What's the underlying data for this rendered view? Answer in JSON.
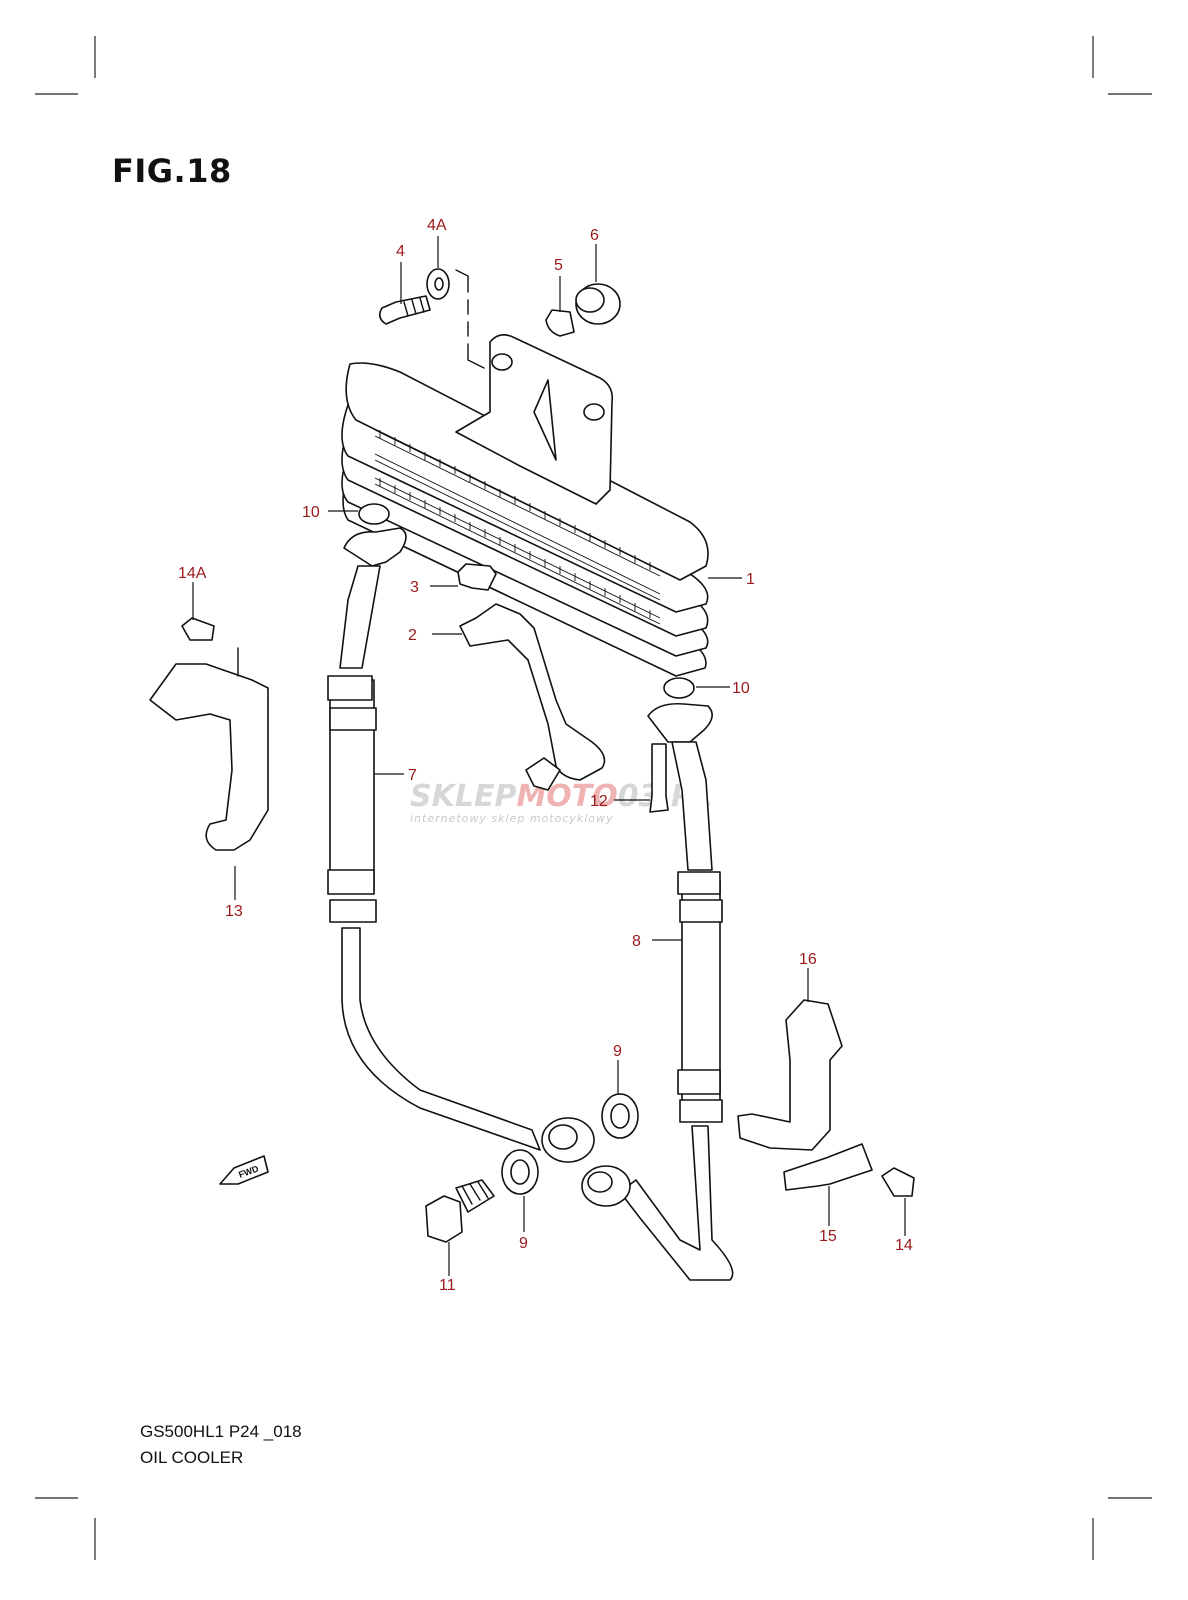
{
  "figure": {
    "title": "FIG.18"
  },
  "footer": {
    "model_code": "GS500HL1 P24 _018",
    "section_name": "OIL COOLER"
  },
  "watermark": {
    "brand_gray_left": "SKLEP",
    "brand_red": "MOTO",
    "brand_gray_right": "03.PL",
    "tagline": "internetowy sklep motocyklowy"
  },
  "fwd_marker": {
    "label": "FWD"
  },
  "callouts": [
    {
      "id": "1",
      "label": "1"
    },
    {
      "id": "2",
      "label": "2"
    },
    {
      "id": "3",
      "label": "3"
    },
    {
      "id": "4",
      "label": "4"
    },
    {
      "id": "4A",
      "label": "4A"
    },
    {
      "id": "5",
      "label": "5"
    },
    {
      "id": "6",
      "label": "6"
    },
    {
      "id": "7",
      "label": "7"
    },
    {
      "id": "8",
      "label": "8"
    },
    {
      "id": "9a",
      "label": "9"
    },
    {
      "id": "9b",
      "label": "9"
    },
    {
      "id": "10a",
      "label": "10"
    },
    {
      "id": "10b",
      "label": "10"
    },
    {
      "id": "11",
      "label": "11"
    },
    {
      "id": "12",
      "label": "12"
    },
    {
      "id": "13",
      "label": "13"
    },
    {
      "id": "14",
      "label": "14"
    },
    {
      "id": "14A",
      "label": "14A"
    },
    {
      "id": "15",
      "label": "15"
    },
    {
      "id": "16",
      "label": "16"
    }
  ],
  "colors": {
    "callout": "#9a1a1a",
    "line": "#111111",
    "watermark_accent": "#efb3b3"
  }
}
